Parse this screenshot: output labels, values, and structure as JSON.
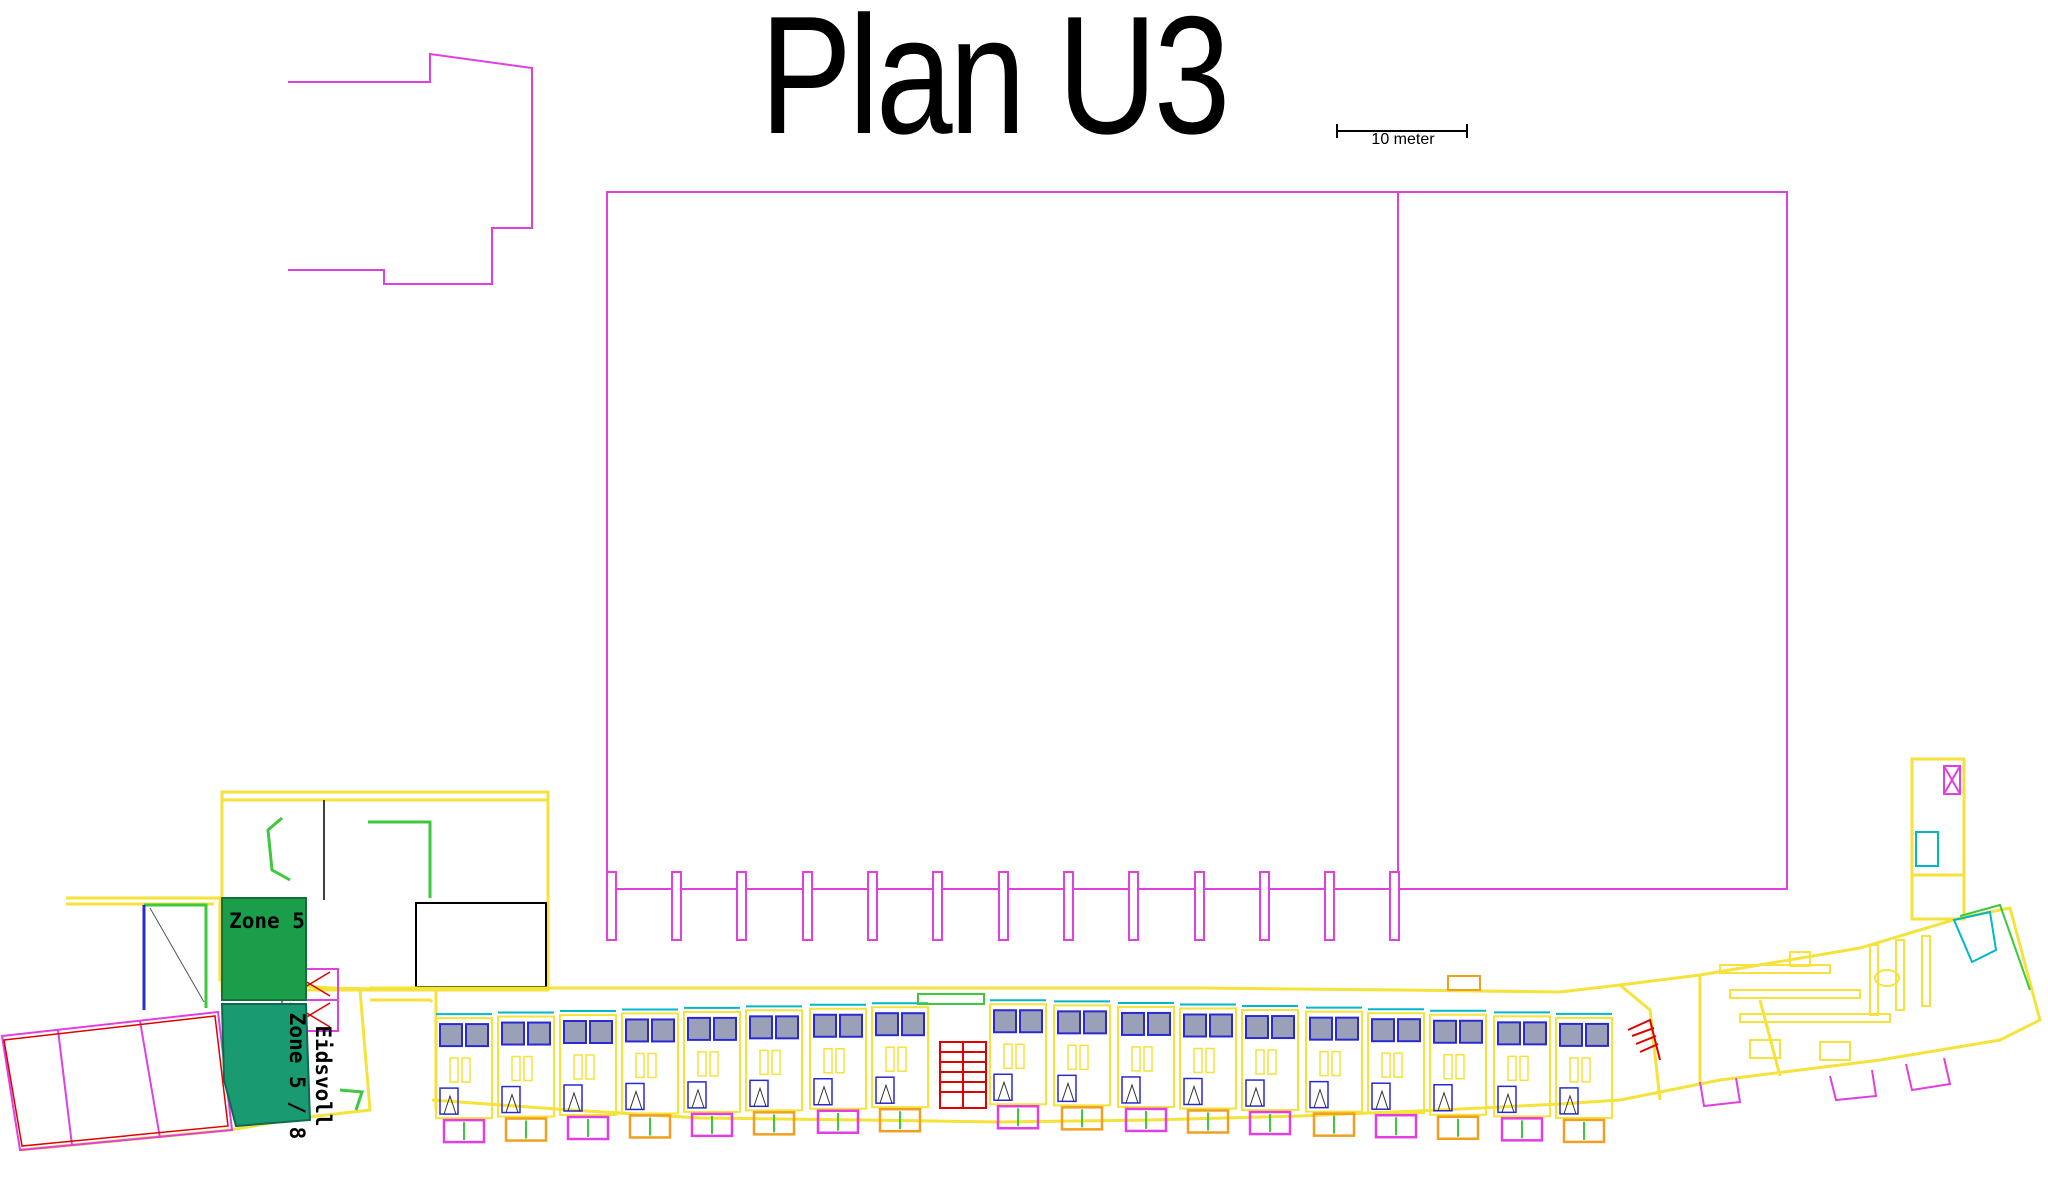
{
  "title": "Plan U3",
  "scale_bar": {
    "label": "10 meter"
  },
  "zones": [
    {
      "label": "Zone 5"
    },
    {
      "label": "Eidsvoll\nZone 5 / 8"
    }
  ],
  "colors": {
    "outline_magenta": "#e040e0",
    "wall_yellow": "#f5e23a",
    "zone_green": "#1a9e4a",
    "zone_teal": "#1a9a70",
    "wall_green": "#3ec83e",
    "furniture_blue": "#2a2ad0",
    "stair_red": "#e00000",
    "orange": "#f0a020"
  }
}
